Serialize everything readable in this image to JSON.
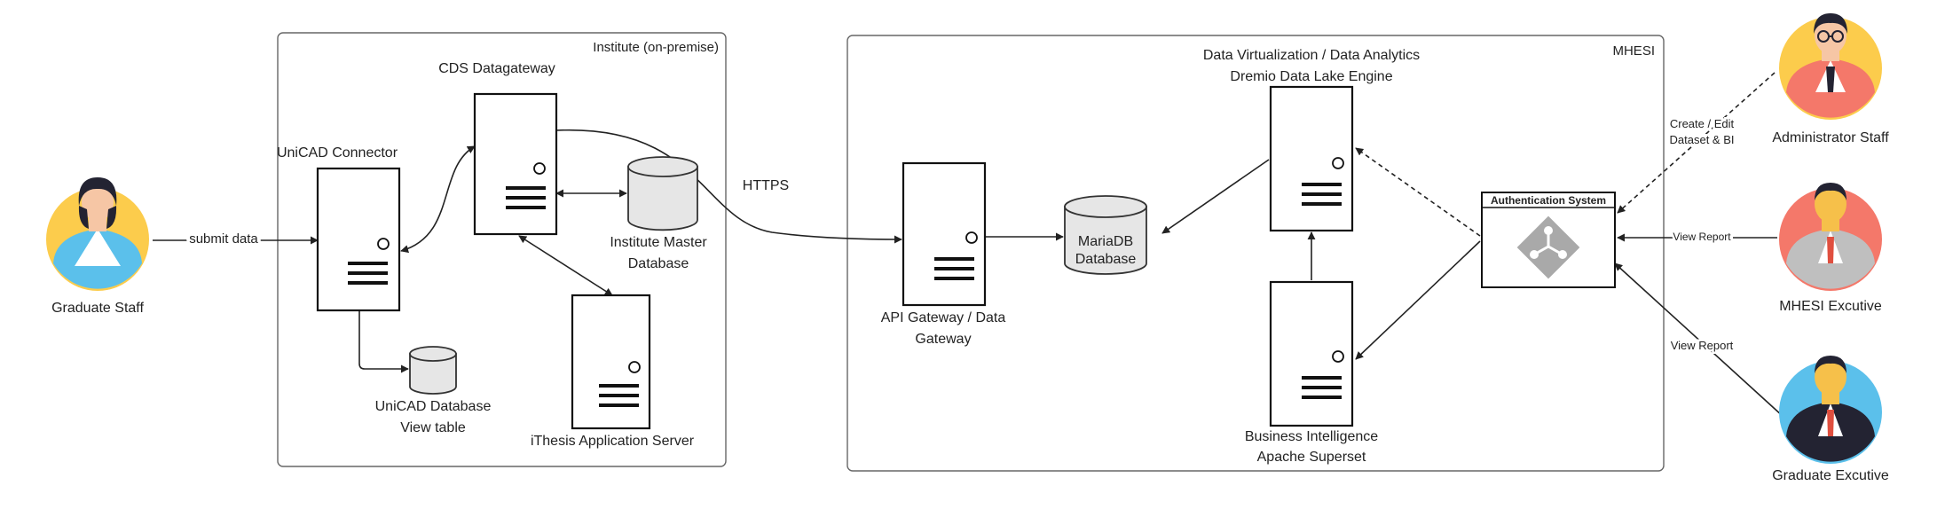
{
  "containers": {
    "institute": "Institute (on-premise)",
    "mhesi": "MHESI"
  },
  "actors": {
    "graduate_staff": "Graduate Staff",
    "administrator_staff": "Administrator Staff",
    "mhesi_executive": "MHESI Excutive",
    "graduate_executive": "Graduate Excutive"
  },
  "nodes": {
    "unicad_connector": "UniCAD Connector",
    "cds_datagateway": "CDS Datagateway",
    "institute_master_db": [
      "Institute Master",
      "Database"
    ],
    "unicad_db": [
      "UniCAD Database",
      "View table"
    ],
    "ithesis_server": "iThesis Application Server",
    "api_gateway": [
      "API Gateway / Data",
      "Gateway"
    ],
    "mariadb": [
      "MariaDB",
      "Database"
    ],
    "dremio": [
      "Data Virtualization / Data Analytics",
      "Dremio Data Lake Engine"
    ],
    "bi": [
      "Business Intelligence",
      "Apache Superset"
    ],
    "auth_system": "Authentication System"
  },
  "edges": {
    "submit_data": "submit data",
    "https": "HTTPS",
    "create_edit": [
      "Create / Edit",
      "Dataset & BI"
    ],
    "view_report_mhesi": "View Report",
    "view_report_graduate": "View Report"
  },
  "colors": {
    "avatar_yellow": "#fccc4c",
    "avatar_coral": "#f4786a",
    "avatar_blue": "#5bc0eb",
    "auth_icon": "#a9a9a9"
  }
}
